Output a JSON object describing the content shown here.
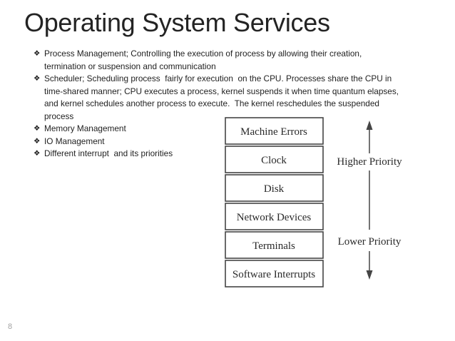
{
  "header": {
    "title": "Operating System Services"
  },
  "content": {
    "bullet_glyph": "❖",
    "bullets": [
      {
        "text": "Process Management; Controlling the execution of process by allowing their creation,\ntermination or suspension and communication"
      },
      {
        "text": "Scheduler; Scheduling process  fairly for execution  on the CPU. Processes share the CPU in\ntime-shared manner; CPU executes a process, kernel suspends it when time quantum elapses,\nand kernel schedules another process to execute.  The kernel reschedules the suspended\nprocess"
      },
      {
        "text": "Memory Management"
      },
      {
        "text": "IO Management"
      },
      {
        "text": "Different interrupt  and its priorities"
      }
    ]
  },
  "diagram": {
    "boxes": [
      "Machine Errors",
      "Clock",
      "Disk",
      "Network Devices",
      "Terminals",
      "Software Interrupts"
    ],
    "higher_label": "Higher Priority",
    "lower_label": "Lower Priority",
    "ink_color": "#454545"
  },
  "footer": {
    "slide_number": "8"
  },
  "colors": {
    "title": "#232323",
    "body": "#1f1f1f",
    "page_number": "#a3a3a3"
  }
}
